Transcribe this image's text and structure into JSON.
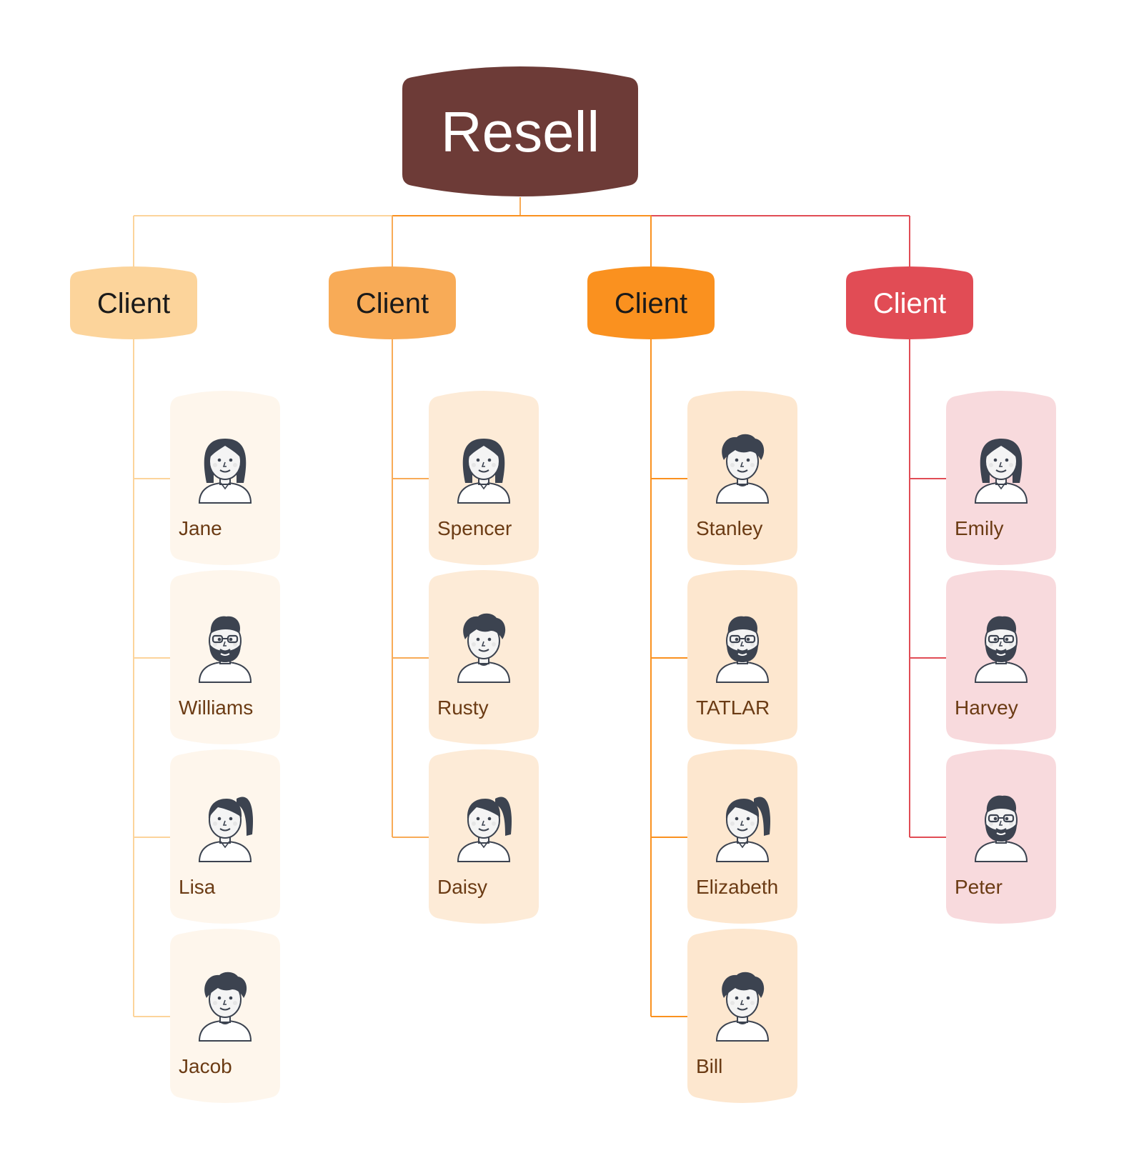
{
  "root": {
    "label": "Resell",
    "color": "#6d3b37",
    "text_color": "#ffffff"
  },
  "branches": [
    {
      "label": "Client",
      "color": "#fcd49b",
      "text_color": "#1a1a1a",
      "line_color": "#fcd49b",
      "card_color": "#fef6ec",
      "members": [
        {
          "name": "Jane",
          "avatar": "woman-long-hair-avatar-icon"
        },
        {
          "name": "Williams",
          "avatar": "man-beard-glasses-avatar-icon"
        },
        {
          "name": "Lisa",
          "avatar": "woman-ponytail-avatar-icon"
        },
        {
          "name": "Jacob",
          "avatar": "man-curly-hair-avatar-icon"
        }
      ]
    },
    {
      "label": "Client",
      "color": "#f8ab57",
      "text_color": "#1a1a1a",
      "line_color": "#f8ab57",
      "card_color": "#fdebd7",
      "members": [
        {
          "name": "Spencer",
          "avatar": "woman-long-hair-avatar-icon"
        },
        {
          "name": "Rusty",
          "avatar": "man-curly-hair-avatar-icon"
        },
        {
          "name": "Daisy",
          "avatar": "woman-ponytail-avatar-icon"
        }
      ]
    },
    {
      "label": "Client",
      "color": "#fa911f",
      "text_color": "#1a1a1a",
      "line_color": "#fa911f",
      "card_color": "#fde7cf",
      "members": [
        {
          "name": "Stanley",
          "avatar": "man-curly-hair-avatar-icon"
        },
        {
          "name": "TATLAR",
          "avatar": "man-beard-glasses-avatar-icon"
        },
        {
          "name": "Elizabeth",
          "avatar": "woman-ponytail-avatar-icon"
        },
        {
          "name": "Bill",
          "avatar": "man-curly-hair-avatar-icon"
        }
      ]
    },
    {
      "label": "Client",
      "color": "#e14c55",
      "text_color": "#ffffff",
      "line_color": "#e14c55",
      "card_color": "#f8dadd",
      "members": [
        {
          "name": "Emily",
          "avatar": "woman-long-hair-avatar-icon"
        },
        {
          "name": "Harvey",
          "avatar": "man-beard-glasses-avatar-icon"
        },
        {
          "name": "Peter",
          "avatar": "man-beard-glasses-avatar-icon"
        }
      ]
    }
  ],
  "member_text_color": "#6b3b14"
}
